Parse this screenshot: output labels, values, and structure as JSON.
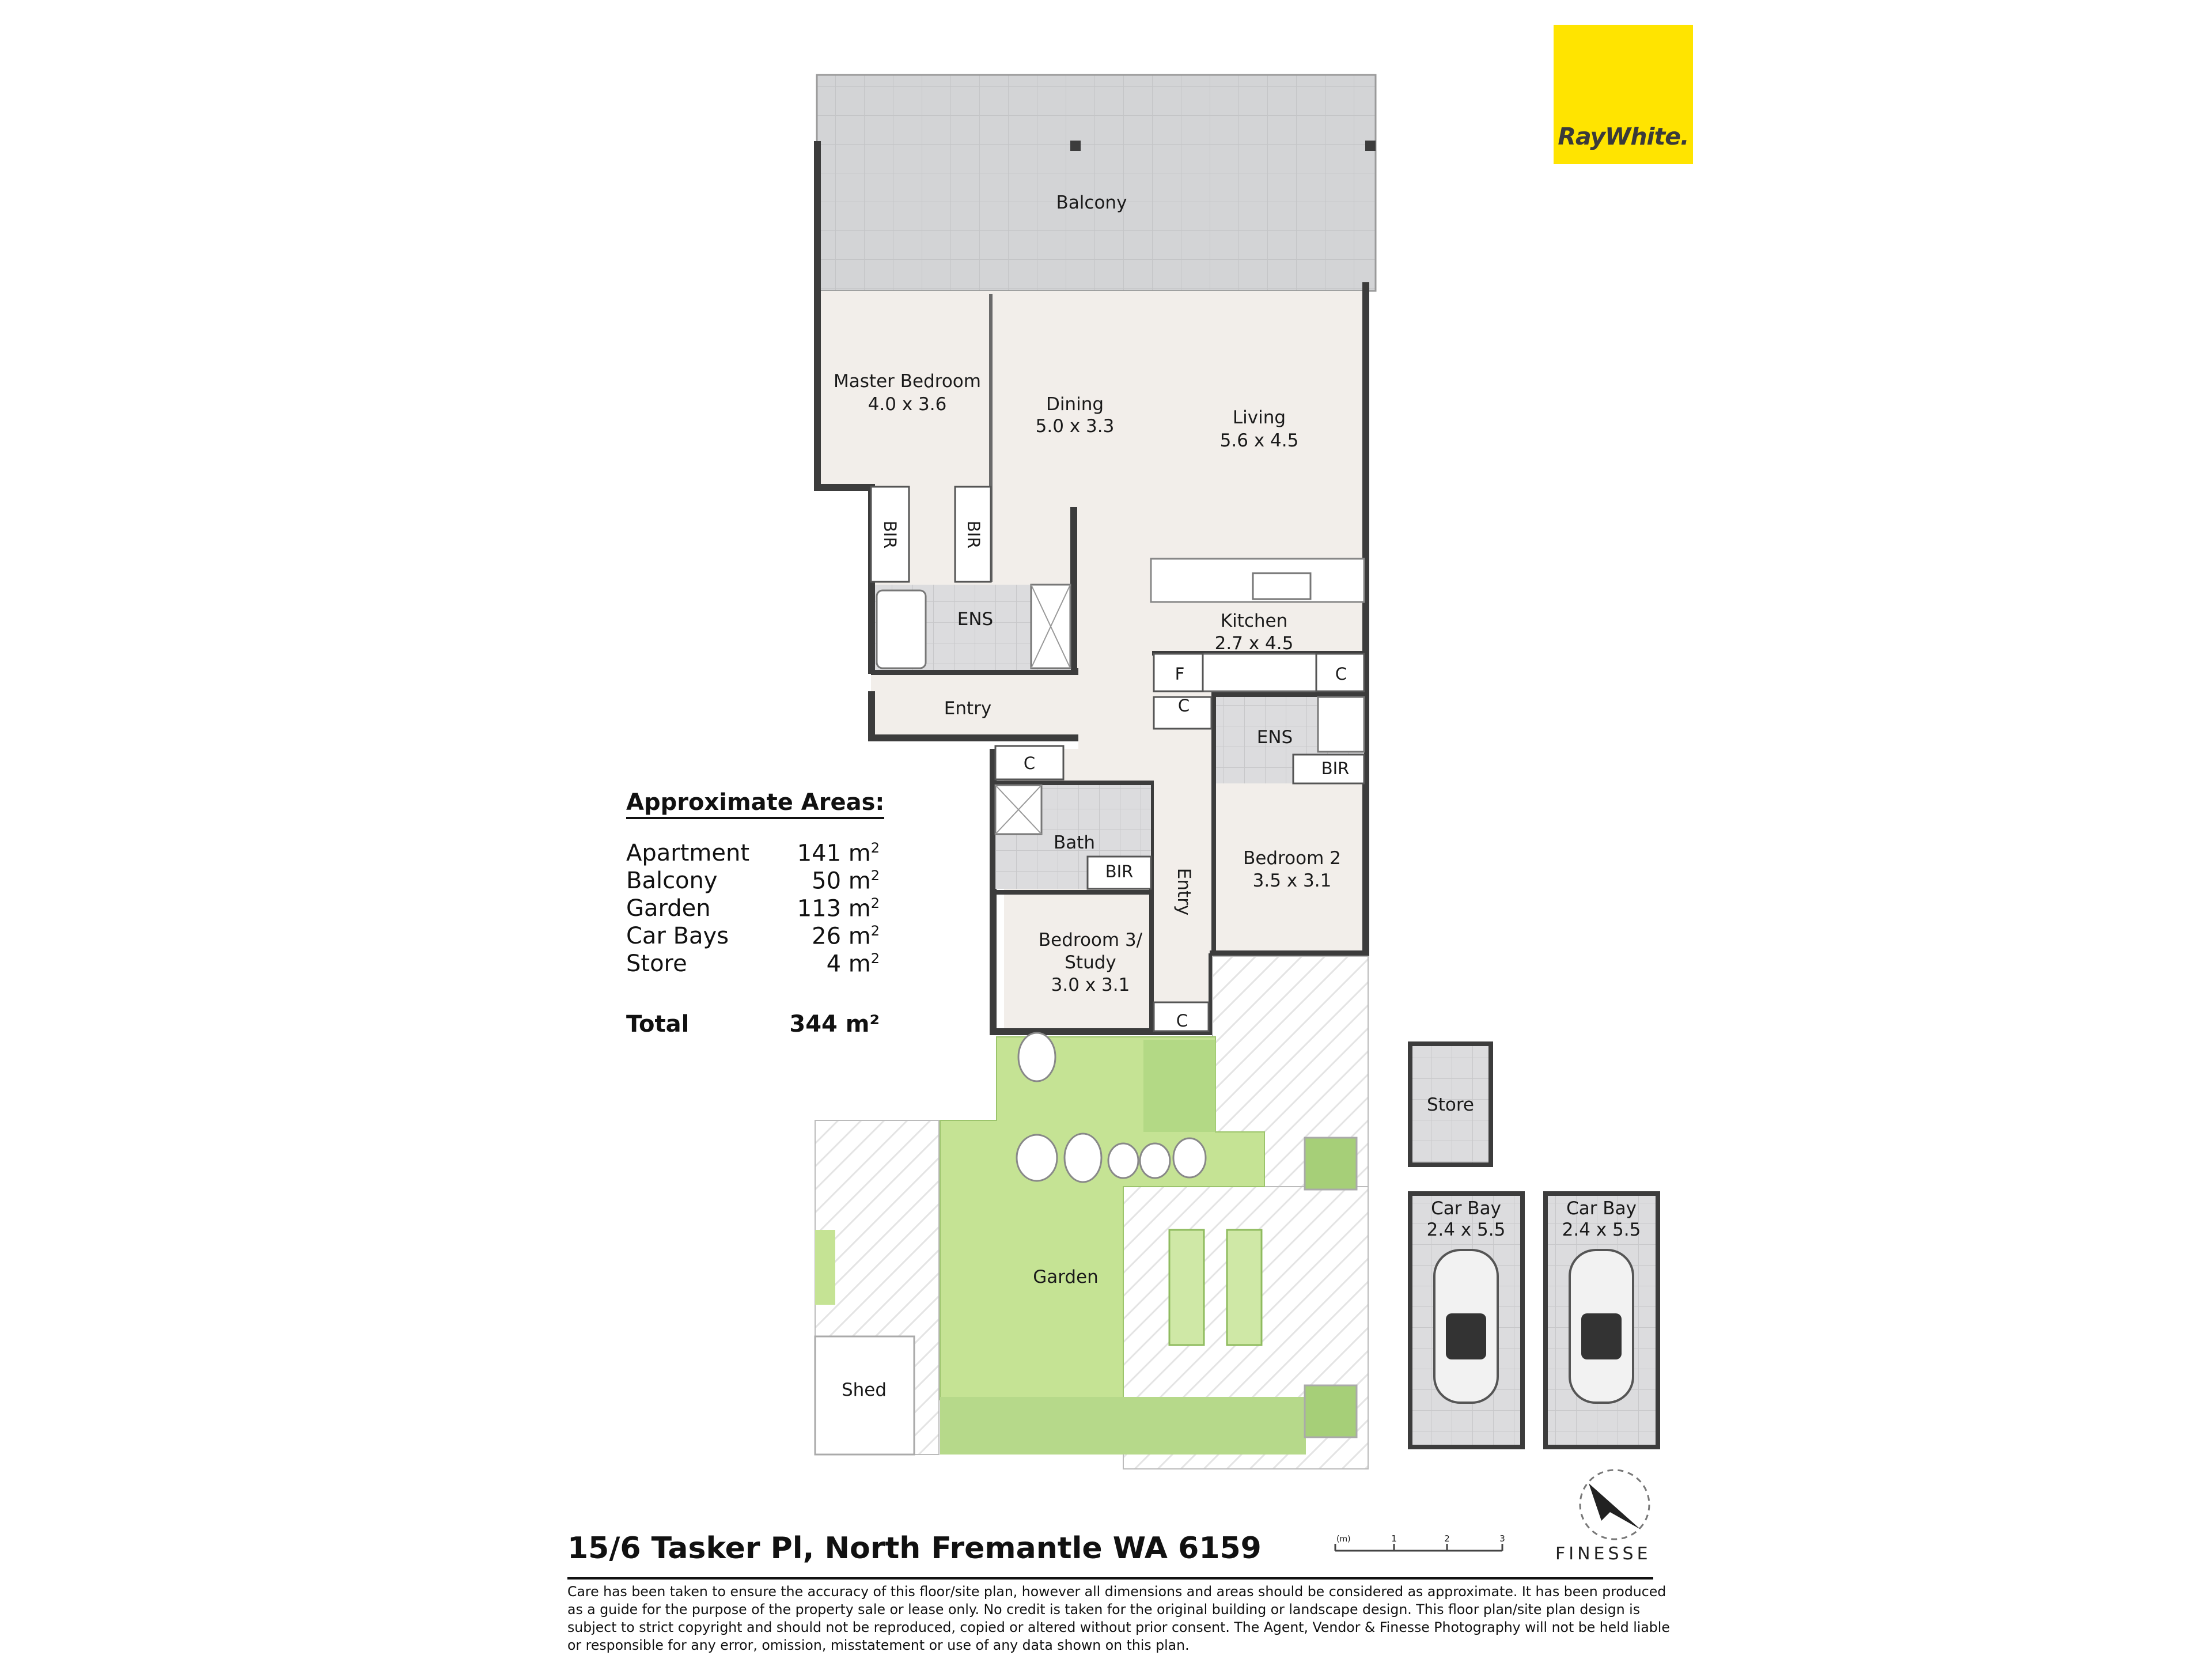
{
  "brand": {
    "logo_text": "RayWhite.",
    "photographer": "FINESSE"
  },
  "rooms": {
    "balcony": "Balcony",
    "master_bedroom": {
      "name": "Master Bedroom",
      "dims": "4.0 x 3.6"
    },
    "dining": {
      "name": "Dining",
      "dims": "5.0 x 3.3"
    },
    "living": {
      "name": "Living",
      "dims": "5.6 x 4.5"
    },
    "bir_left": "BIR",
    "bir_right": "BIR",
    "ens_master": "ENS",
    "kitchen": {
      "name": "Kitchen",
      "dims": "2.7 x 4.5"
    },
    "fridge": "F",
    "cupboard_kitchen": "C",
    "cupboard_hall": "C",
    "ens_bed2": "ENS",
    "bir_bed2": "BIR",
    "entry_main": "Entry",
    "cupboard_entry": "C",
    "bath": "Bath",
    "bir_bed3": "BIR",
    "entry_hall": "Entry",
    "bedroom2": {
      "name": "Bedroom 2",
      "dims": "3.5 x 3.1"
    },
    "bedroom3": {
      "line1": "Bedroom 3/",
      "line2": "Study",
      "dims": "3.0 x 3.1"
    },
    "cupboard_lower": "C",
    "store": "Store",
    "car_bay_1": {
      "name": "Car Bay",
      "dims": "2.4 x 5.5"
    },
    "car_bay_2": {
      "name": "Car Bay",
      "dims": "2.4 x 5.5"
    },
    "garden": "Garden",
    "shed": "Shed"
  },
  "areas": {
    "title": "Approximate Areas:",
    "rows": [
      {
        "name": "Apartment",
        "value": "141 m",
        "sup": "2"
      },
      {
        "name": "Balcony",
        "value": "50 m",
        "sup": "2"
      },
      {
        "name": "Garden",
        "value": "113 m",
        "sup": "2"
      },
      {
        "name": "Car Bays",
        "value": "26 m",
        "sup": "2"
      },
      {
        "name": "Store",
        "value": "4 m",
        "sup": "2"
      }
    ],
    "total_label": "Total",
    "total_value": "344 m²"
  },
  "scale": {
    "unit": "(m)",
    "ticks": [
      "1",
      "2",
      "3"
    ]
  },
  "address": "15/6 Tasker Pl, North Fremantle WA 6159",
  "disclaimer": "Care has been taken to ensure the accuracy of this floor/site plan, however all dimensions and areas should be considered as approximate. It has been produced as a guide for the purpose of the property sale or lease only. No credit is taken for the original building or landscape design. This floor plan/site plan design is subject to strict copyright and should not be reproduced, copied or altered without prior consent. The Agent, Vendor & Finesse Photography will not be held liable or responsible for any error, omission, misstatement or use of any data shown on this plan.",
  "colors": {
    "floor": "#f3efec",
    "balcony": "#d6d7d9",
    "wall": "#3c3c3c",
    "lawn": "#c5e394",
    "tile": "#d9dadc",
    "logo": "#ffe400"
  }
}
